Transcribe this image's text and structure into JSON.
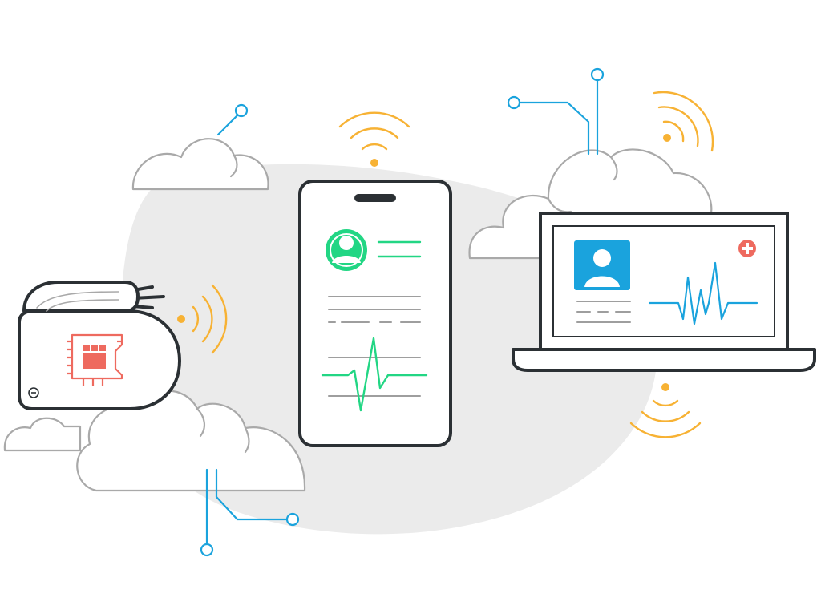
{
  "palette": {
    "background": "#ffffff",
    "blob": "#ebebeb",
    "outline": "#2b3034",
    "cloud_stroke": "#a9a9a9",
    "circuit_blue": "#1aa3dd",
    "wifi_orange": "#f7b234",
    "chip_red": "#ee6a5f",
    "ecg_green": "#22d684",
    "avatar_blue": "#1aa3dd",
    "text_line_gray": "#9e9e9e",
    "medical_cross_red": "#ee6a5f"
  },
  "scene": {
    "clouds": [
      {
        "name": "cloud-top-left"
      },
      {
        "name": "cloud-top-right"
      },
      {
        "name": "cloud-bottom-left"
      },
      {
        "name": "cloud-left-small"
      }
    ],
    "devices": {
      "wearable": {
        "icon": "chip-icon",
        "signal_icon": "wifi-icon"
      },
      "phone": {
        "icon": "user-avatar-icon",
        "chart_icon": "heartbeat-icon",
        "signal_icon": "wifi-icon"
      },
      "laptop": {
        "icon": "user-avatar-icon",
        "chart_icon": "heartbeat-icon",
        "badge_icon": "medical-cross-icon",
        "signal_icon": "wifi-icon"
      }
    },
    "connectors": [
      {
        "name": "circuit-top-left"
      },
      {
        "name": "circuit-top-right"
      },
      {
        "name": "circuit-bottom"
      }
    ]
  }
}
